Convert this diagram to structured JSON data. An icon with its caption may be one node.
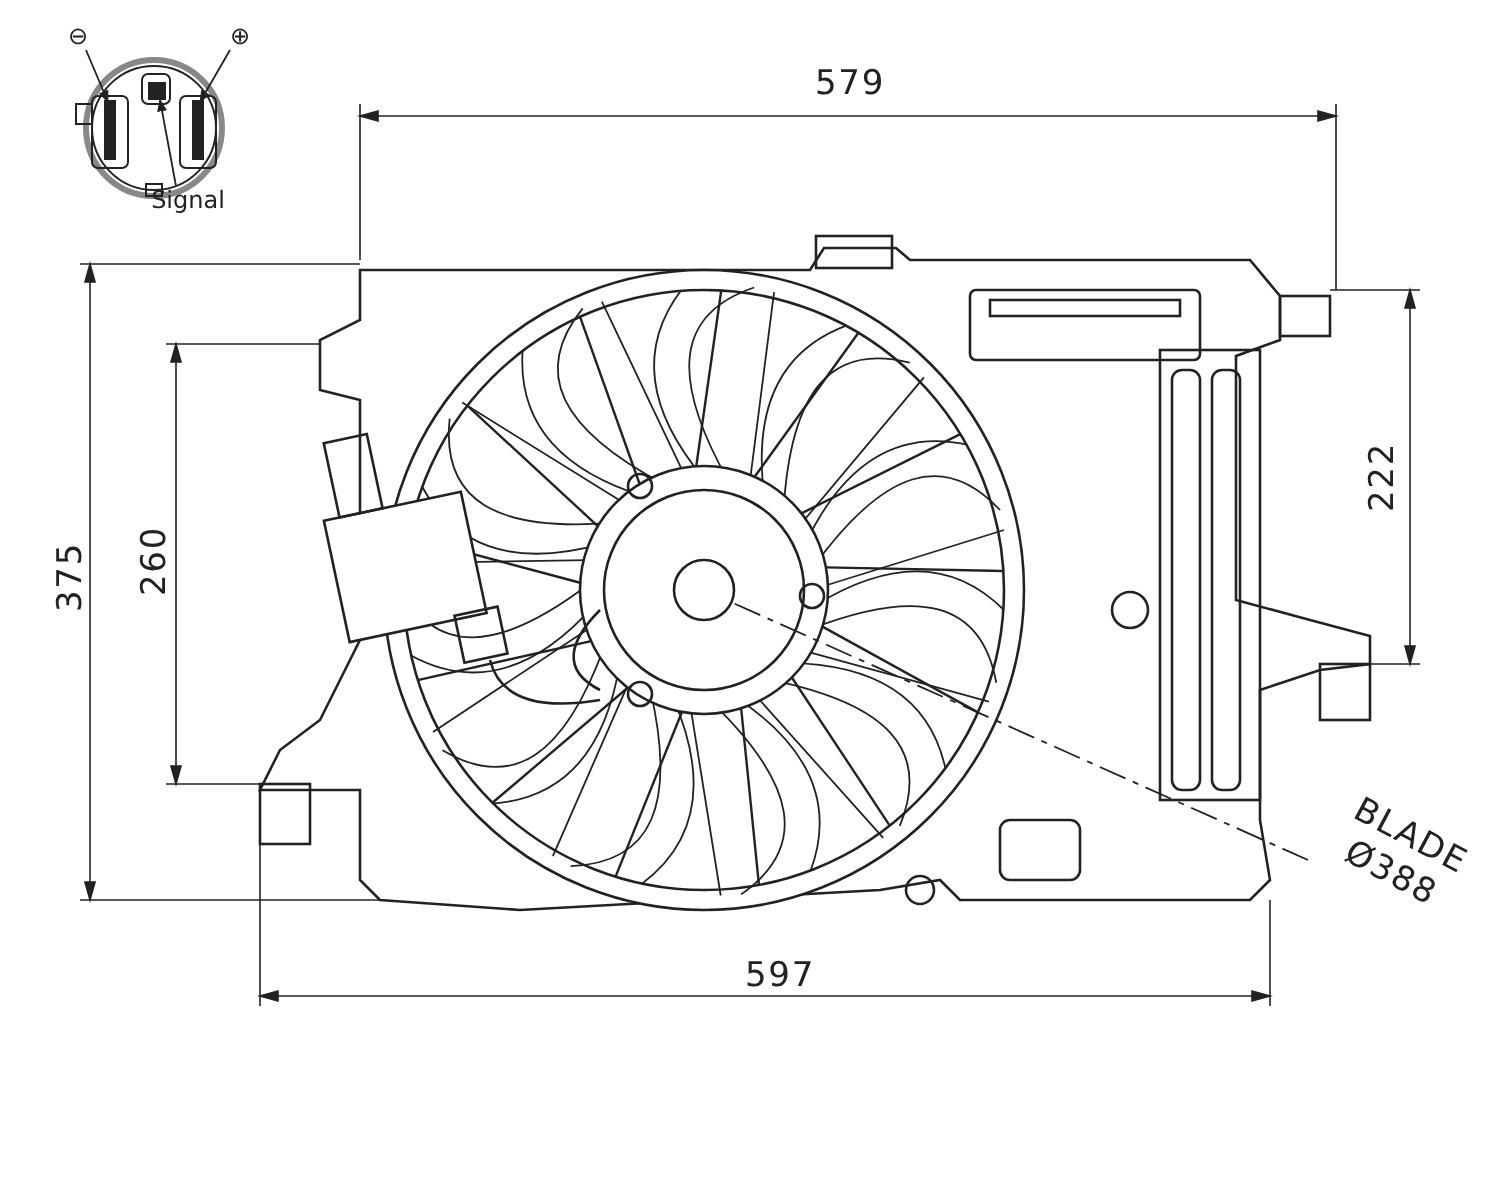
{
  "diagram": {
    "nodes": [
      {
        "text": [
          "⊖"
        ]
      },
      {
        "text": [
          "⊕"
        ]
      },
      {
        "text": [
          "Signal"
        ]
      },
      {
        "text": [],
        "shape": "bar"
      },
      {
        "text": [],
        "shape": "box"
      },
      {
        "text": [],
        "shape": "bar"
      },
      {
        "text": [
          "BLADE",
          "Ø388"
        ]
      },
      {
        "text": [],
        "shape": "circle"
      }
    ],
    "edges": [
      {
        "from": 0,
        "to": 3,
        "arrow": "to"
      },
      {
        "from": 1,
        "to": 5,
        "arrow": "to"
      },
      {
        "from": 2,
        "to": 4,
        "arrow": "to"
      },
      {
        "from": 6,
        "to": 7,
        "arrow": "none",
        "style": "dashed"
      }
    ],
    "labels": [
      "579",
      "375",
      "260",
      "222",
      "597"
    ]
  }
}
